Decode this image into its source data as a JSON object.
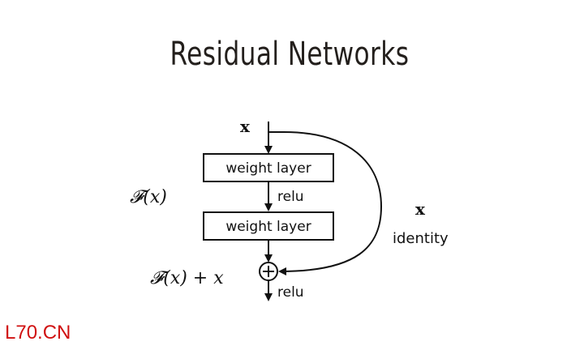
{
  "title": "Residual Networks",
  "diagram": {
    "input_label": "x",
    "layers": [
      {
        "label": "weight layer"
      },
      {
        "label": "weight layer"
      }
    ],
    "activation_between": "relu",
    "activation_output": "relu",
    "function_label": "𝓕(x)",
    "sum_label": "𝓕(x) + x",
    "sum_symbol": "+",
    "shortcut_label": "x",
    "shortcut_sublabel": "identity"
  },
  "watermark": "L70.CN"
}
